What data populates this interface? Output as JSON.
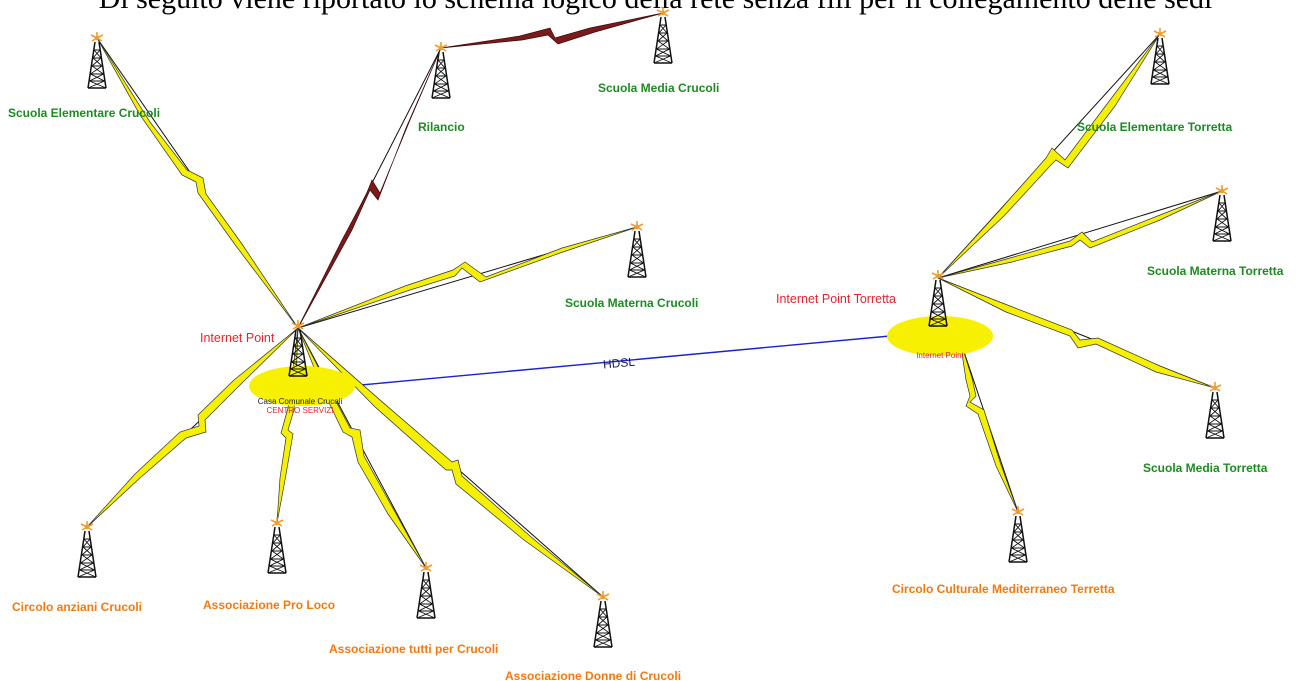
{
  "header_text": "Di seguito viene riportato lo schema logico della rete senza fili per il collegamento delle sedi",
  "hubs": {
    "crucoli": {
      "label": "Internet Point",
      "line1": "Casa Comunale Crucoli",
      "line2": "CENTRO SERVIZI"
    },
    "torretta": {
      "label": "Internet Point Torretta",
      "line1": "Internet Point"
    }
  },
  "link_label": "HDSL",
  "nodes": {
    "scuola_elementare_crucoli": "Scuola  Elementare Crucoli",
    "rilancio": "Rilancio",
    "scuola_media_crucoli": "Scuola Media Crucoli",
    "scuola_materna_crucoli": "Scuola Materna Crucoli",
    "circolo_anziani_crucoli": "Circolo anziani Crucoli",
    "associazione_pro_loco": "Associazione Pro Loco",
    "associazione_tutti_per_crucoli": "Associazione tutti per Crucoli",
    "associazione_donne_di_crucoli": "Associazione Donne di Crucoli",
    "scuola_elementare_torretta": "Scuola Elementare Torretta",
    "scuola_materna_torretta": "Scuola Materna Torretta",
    "scuola_media_torretta": "Scuola Media Torretta",
    "circolo_culturale": "Circolo Culturale Mediterraneo Terretta"
  },
  "colors": {
    "wireless_link": "#f5f000",
    "relay_link": "#7a1a1a",
    "hdsl_link": "#1a24c8",
    "hub_ellipse": "#f7f000",
    "school_label": "#1e8a23",
    "association_label": "#f07a12",
    "hub_label": "#e0252f"
  }
}
